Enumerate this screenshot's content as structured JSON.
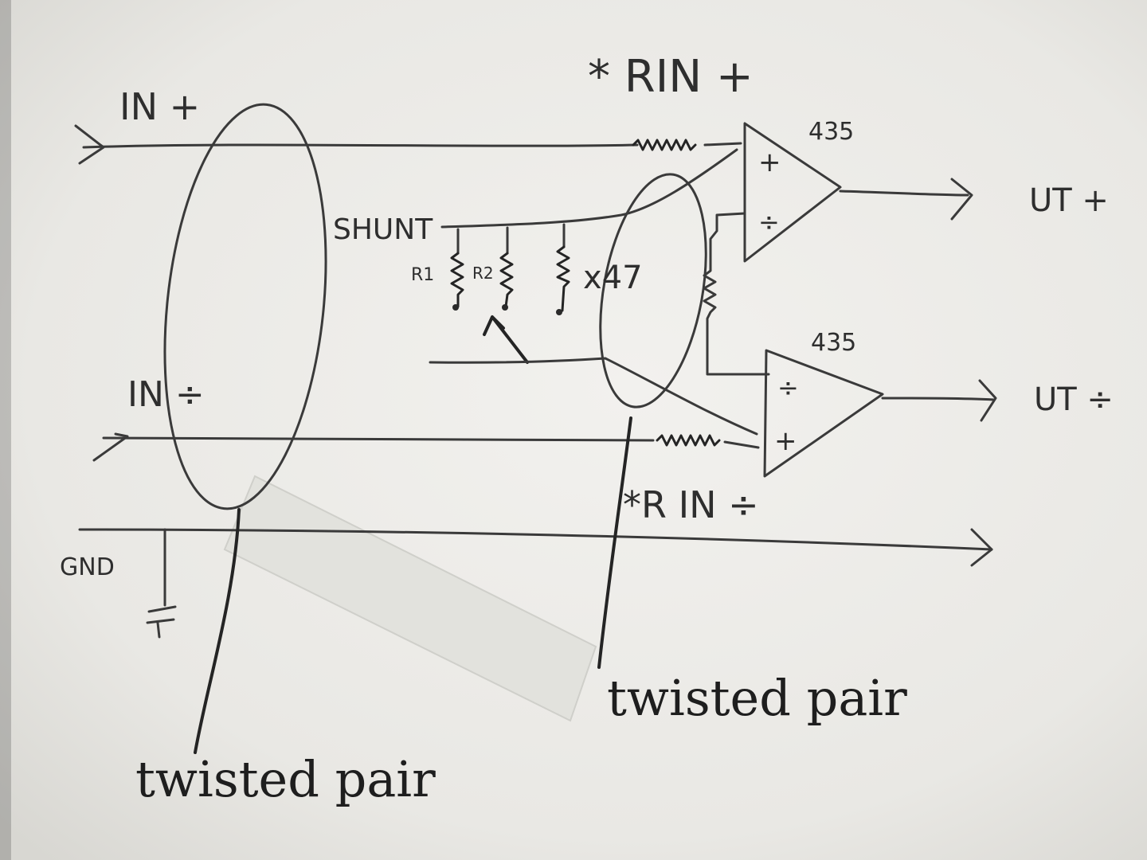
{
  "labels": {
    "in_plus": "IN +",
    "in_minus": "IN ÷",
    "gnd": "GND",
    "shunt": "SHUNT",
    "r1": "R1",
    "r2": "R2",
    "x47": "x47",
    "rin_plus": "* RIN +",
    "rin_minus": "*R IN ÷",
    "opamp_top": "435",
    "opamp_bottom": "435",
    "out_plus": "UT +",
    "out_minus": "UT ÷",
    "twisted_pair_left": "twisted pair",
    "twisted_pair_right": "twisted pair",
    "plus_sign": "+",
    "minus_sign": "÷"
  },
  "colors": {
    "paper": "#ecebe8",
    "pencil": "#3a3a3a",
    "pen": "#242424",
    "tape": "#e2e2dd"
  }
}
